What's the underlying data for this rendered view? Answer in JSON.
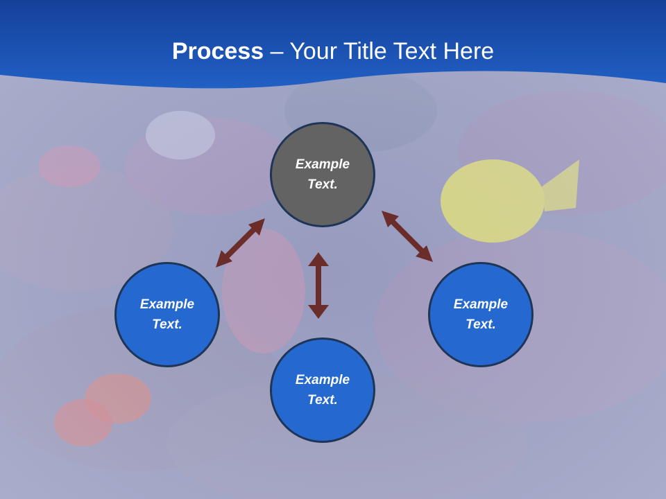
{
  "slide": {
    "title_bold": "Process",
    "title_rest": " – Your Title Text Here"
  },
  "nodes": {
    "center": "Example Text.",
    "left": "Example Text.",
    "bottom": "Example Text.",
    "right": "Example Text."
  },
  "colors": {
    "header_blue": "#1e56b8",
    "center_node": "#636363",
    "outer_node": "#2569d0",
    "arrow": "#6b2d2a"
  }
}
